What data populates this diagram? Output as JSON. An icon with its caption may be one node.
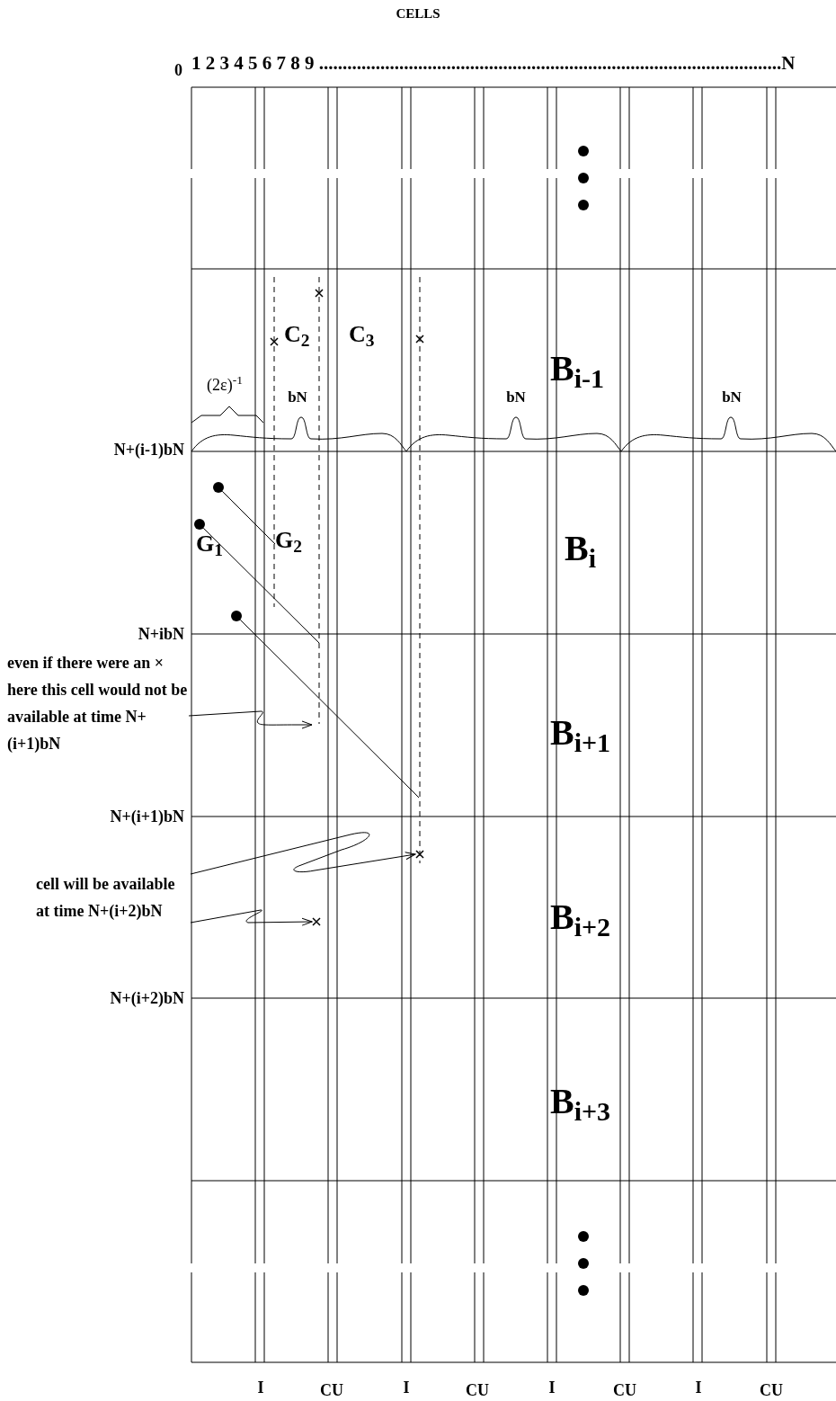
{
  "diagram": {
    "nodes": [
      {
        "text": [
          "even if there were an × here this cell would not be available at time N+(i+1)bN"
        ]
      },
      {
        "text": [
          "cell will be available at time N+(i+2)bN"
        ]
      },
      {
        "text": [],
        "shape": "cross"
      },
      {
        "text": [],
        "shape": "cross"
      },
      {
        "text": [],
        "shape": "circle"
      },
      {
        "text": [],
        "shape": "circle"
      },
      {
        "text": [],
        "shape": "circle"
      },
      {
        "text": [
          "G$_{2}$"
        ]
      }
    ],
    "edges": [
      {
        "from": 0,
        "to": null,
        "arrow": "to"
      },
      {
        "from": 1,
        "to": 2,
        "arrow": "to"
      },
      {
        "from": 1,
        "to": 3,
        "arrow": "to"
      },
      {
        "from": 4,
        "to": 7,
        "arrow": "none"
      },
      {
        "from": 5,
        "to": null,
        "arrow": "none"
      },
      {
        "from": 6,
        "to": null,
        "arrow": "none"
      }
    ],
    "labels": [
      "CELLS",
      "1 2 3 4 5 6 7 8 9 ..................................................................................................N",
      "0",
      "N+(i-1)bN",
      "N+ibN",
      "N+(i+1)bN",
      "N+(i+2)bN",
      "C$_{2}$",
      "C$_{3}$",
      "B$_{i-1}$",
      "(2ε)$^{-1}$",
      "bN",
      "bN",
      "bN",
      "B$_{i}$",
      "G$_{1}$",
      "B$_{i+1}$",
      "B$_{i+2}$",
      "B$_{i+3}$",
      "I",
      "CU",
      "I",
      "CU",
      "I",
      "CU",
      "I",
      "CU"
    ]
  }
}
